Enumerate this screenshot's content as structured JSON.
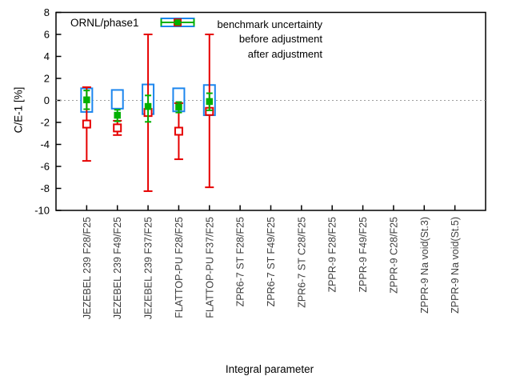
{
  "chart_data": {
    "type": "errorbar-box",
    "title": "ORNL/phase1",
    "xlabel": "Integral parameter",
    "ylabel": "C/E-1 [%]",
    "ylim": [
      -10,
      8
    ],
    "yticks": [
      8,
      6,
      4,
      2,
      0,
      -2,
      -4,
      -6,
      -8,
      -10
    ],
    "zero_line": true,
    "grid": false,
    "legend_position": "top-right-inside",
    "legend": [
      {
        "label": "benchmark uncertainty",
        "type": "box",
        "color": "#1c86ee"
      },
      {
        "label": "before adjustment",
        "type": "errorbar-open-square",
        "color": "#e60000"
      },
      {
        "label": "after adjustment",
        "type": "errorbar-filled-square",
        "color": "#00b000"
      }
    ],
    "categories": [
      "JEZEBEL 239 F28/F25",
      "JEZEBEL 239 F49/F25",
      "JEZEBEL 239 F37/F25",
      "FLATTOP-PU F28/F25",
      "FLATTOP-PU F37/F25",
      "ZPR6-7 ST F28/F25",
      "ZPR6-7 ST F49/F25",
      "ZPR6-7 ST C28/F25",
      "ZPPR-9 F28/F25",
      "ZPPR-9 F49/F25",
      "ZPPR-9 C28/F25",
      "ZPPR-9 Na void(St.3)",
      "ZPPR-9 Na void(St.5)"
    ],
    "benchmark_uncertainty": [
      {
        "top": 1.1,
        "bottom": -1.05
      },
      {
        "top": 0.95,
        "bottom": -0.75
      },
      {
        "top": 1.45,
        "bottom": -1.25
      },
      {
        "top": 1.1,
        "bottom": -1.0
      },
      {
        "top": 1.4,
        "bottom": -1.35
      },
      null,
      null,
      null,
      null,
      null,
      null,
      null,
      null
    ],
    "before_adjustment": [
      {
        "value": -2.15,
        "plus": 3.35,
        "minus": 3.35
      },
      {
        "value": -2.5,
        "plus": 0.65,
        "minus": 0.65
      },
      {
        "value": -1.1,
        "plus": 7.1,
        "minus": 7.15
      },
      {
        "value": -2.8,
        "plus": 2.55,
        "minus": 2.55
      },
      {
        "value": -1.0,
        "plus": 7.0,
        "minus": 6.9
      },
      null,
      null,
      null,
      null,
      null,
      null,
      null,
      null
    ],
    "after_adjustment": [
      {
        "value": 0.05,
        "plus": 0.85,
        "minus": 0.85
      },
      {
        "value": -1.35,
        "plus": 0.5,
        "minus": 0.55
      },
      {
        "value": -0.55,
        "plus": 1.0,
        "minus": 1.4
      },
      {
        "value": -0.6,
        "plus": 0.45,
        "minus": 0.5
      },
      {
        "value": -0.1,
        "plus": 0.75,
        "minus": 0.8
      },
      null,
      null,
      null,
      null,
      null,
      null,
      null,
      null
    ]
  },
  "colors": {
    "box": "#1c86ee",
    "before": "#e60000",
    "after": "#00b000",
    "axis": "#000000",
    "zero_line": "#9e9e9e",
    "category_label": "#3f3f3f"
  }
}
